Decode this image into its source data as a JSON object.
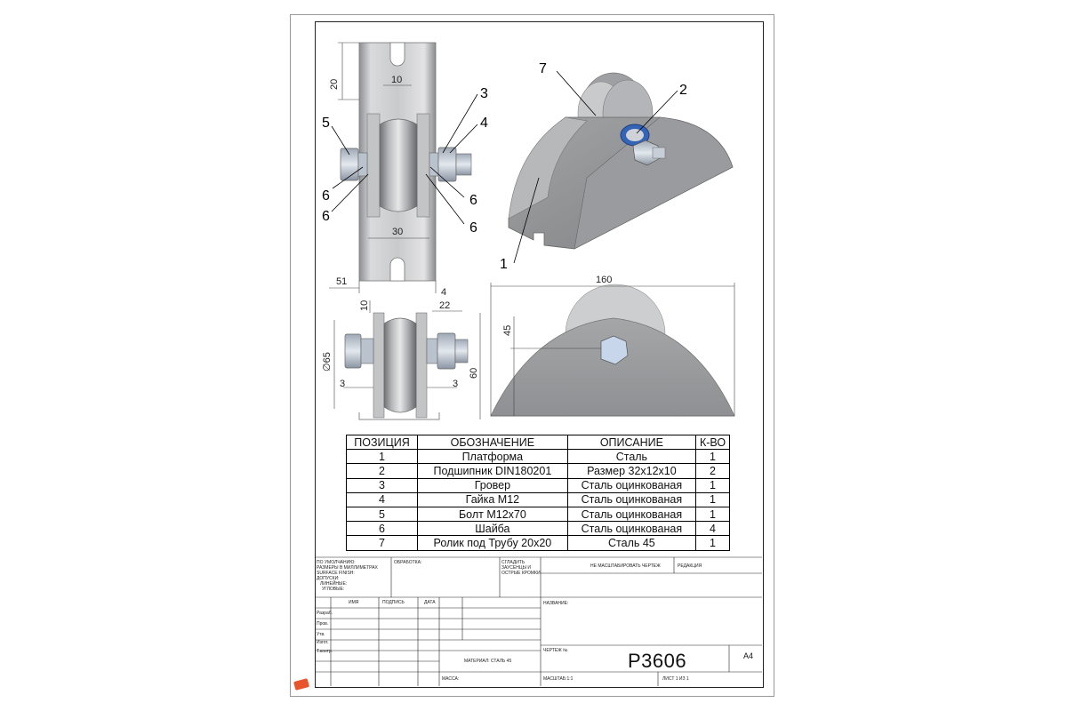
{
  "callouts": {
    "c1": "1",
    "c2": "2",
    "c3": "3",
    "c4": "4",
    "c5": "5",
    "c6a": "6",
    "c6b": "6",
    "c6c": "6",
    "c6d": "6",
    "c7": "7"
  },
  "dimensions": {
    "d20": "20",
    "d10top": "10",
    "d30": "30",
    "d51": "51",
    "d4": "4",
    "d10side": "10",
    "d22": "22",
    "d65": "∅65",
    "d3left": "3",
    "d3right": "3",
    "d60": "60",
    "d160": "160",
    "d45": "45"
  },
  "parts_table": {
    "headers": [
      "ПОЗИЦИЯ",
      "ОБОЗНАЧЕНИЕ",
      "ОПИСАНИЕ",
      "К-ВО"
    ],
    "rows": [
      [
        "1",
        "Платформа",
        "Сталь",
        "1"
      ],
      [
        "2",
        "Подшипник DIN180201",
        "Размер 32х12х10",
        "2"
      ],
      [
        "3",
        "Гровер",
        "Сталь оцинкованая",
        "1"
      ],
      [
        "4",
        "Гайка М12",
        "Сталь оцинкованая",
        "1"
      ],
      [
        "5",
        "Болт М12х70",
        "Сталь оцинкованая",
        "1"
      ],
      [
        "6",
        "Шайба",
        "Сталь оцинкованая",
        "4"
      ],
      [
        "7",
        "Ролик под Трубу 20х20",
        "Сталь 45",
        "1"
      ]
    ]
  },
  "title_block": {
    "defaults_1": "ПО УМОЛЧАНИЮ:",
    "defaults_2": "РАЗМЕРЫ В МИЛЛИМЕТРАХ",
    "defaults_3": "SURFACE FINISH:",
    "defaults_4": "ДОПУСКИ:",
    "defaults_5": "ЛИНЕЙНЫЕ:",
    "defaults_6": "УГЛОВЫЕ:",
    "finish": "ОБРАБОТКА:",
    "deburr_1": "СГЛАДИТЬ",
    "deburr_2": "ЗАУСЕНЦЫ И",
    "deburr_3": "ОСТРЫЕ КРОМКИ",
    "no_scale": "НЕ МАСШТАБИРОВАТЬ ЧЕРТЕЖ",
    "revision": "РЕДАКЦИЯ",
    "col_name": "ИМЯ",
    "col_signature": "ПОДПИСЬ",
    "col_date": "ДАТА",
    "row_dev": "Разраб.",
    "row_check": "Пров.",
    "row_approve": "Утв.",
    "row_mfg": "Изгот.",
    "row_qa": "Т.контр.",
    "name_label": "НАЗВАНИЕ:",
    "material": "МАТЕРИАЛ: СТАЛЬ 45",
    "drawing_no_label": "ЧЕРТЕЖ №",
    "drawing_no": "P3606",
    "format": "A4",
    "mass": "МАССА:",
    "scale": "МАСШТАБ:1:1",
    "sheet": "ЛИСТ 1 ИЗ 1"
  }
}
